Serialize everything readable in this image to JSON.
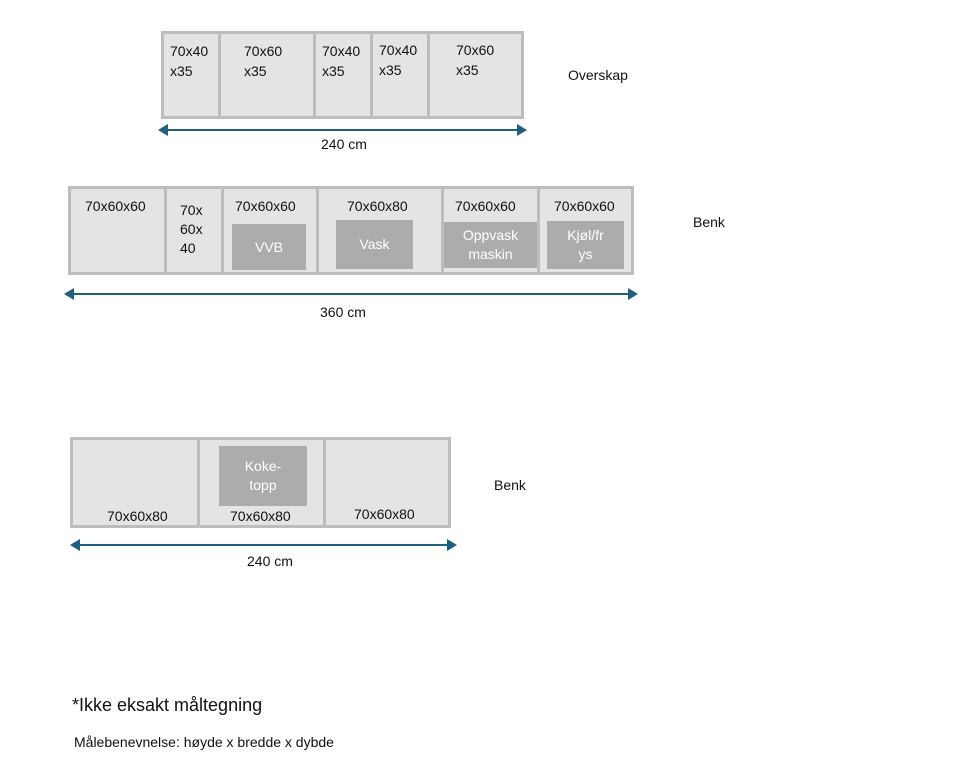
{
  "overskap": {
    "label": "Overskap",
    "dimension": "240 cm",
    "cabinets": [
      {
        "l1": "70x40",
        "l2": "x35"
      },
      {
        "l1": "70x60",
        "l2": "x35"
      },
      {
        "l1": "70x40",
        "l2": "x35"
      },
      {
        "l1": "70x40",
        "l2": "x35"
      },
      {
        "l1": "70x60",
        "l2": "x35"
      }
    ]
  },
  "benk1": {
    "label": "Benk",
    "dimension": "360 cm",
    "cabinets": [
      {
        "size": "70x60x60"
      },
      {
        "l1": "70x",
        "l2": "60x",
        "l3": "40"
      },
      {
        "size": "70x60x60",
        "appliance": "VVB"
      },
      {
        "size": "70x60x80",
        "appliance": "Vask"
      },
      {
        "size": "70x60x60",
        "appliance_l1": "Oppvask",
        "appliance_l2": "maskin"
      },
      {
        "size": "70x60x60",
        "appliance_l1": "Kjøl/fr",
        "appliance_l2": "ys"
      }
    ]
  },
  "benk2": {
    "label": "Benk",
    "dimension": "240 cm",
    "cabinets": [
      {
        "size": "70x60x80"
      },
      {
        "size": "70x60x80",
        "appliance_l1": "Koke-",
        "appliance_l2": "topp"
      },
      {
        "size": "70x60x80"
      }
    ]
  },
  "notes": {
    "disclaimer": "*Ikke eksakt måltegning",
    "measure_note": "Målebenevnelse: høyde x bredde x dybde"
  },
  "colors": {
    "cabinet_fill": "#e4e4e4",
    "cabinet_border": "#bdbdbd",
    "appliance_fill": "#acacac",
    "arrow": "#1f5f7f"
  }
}
